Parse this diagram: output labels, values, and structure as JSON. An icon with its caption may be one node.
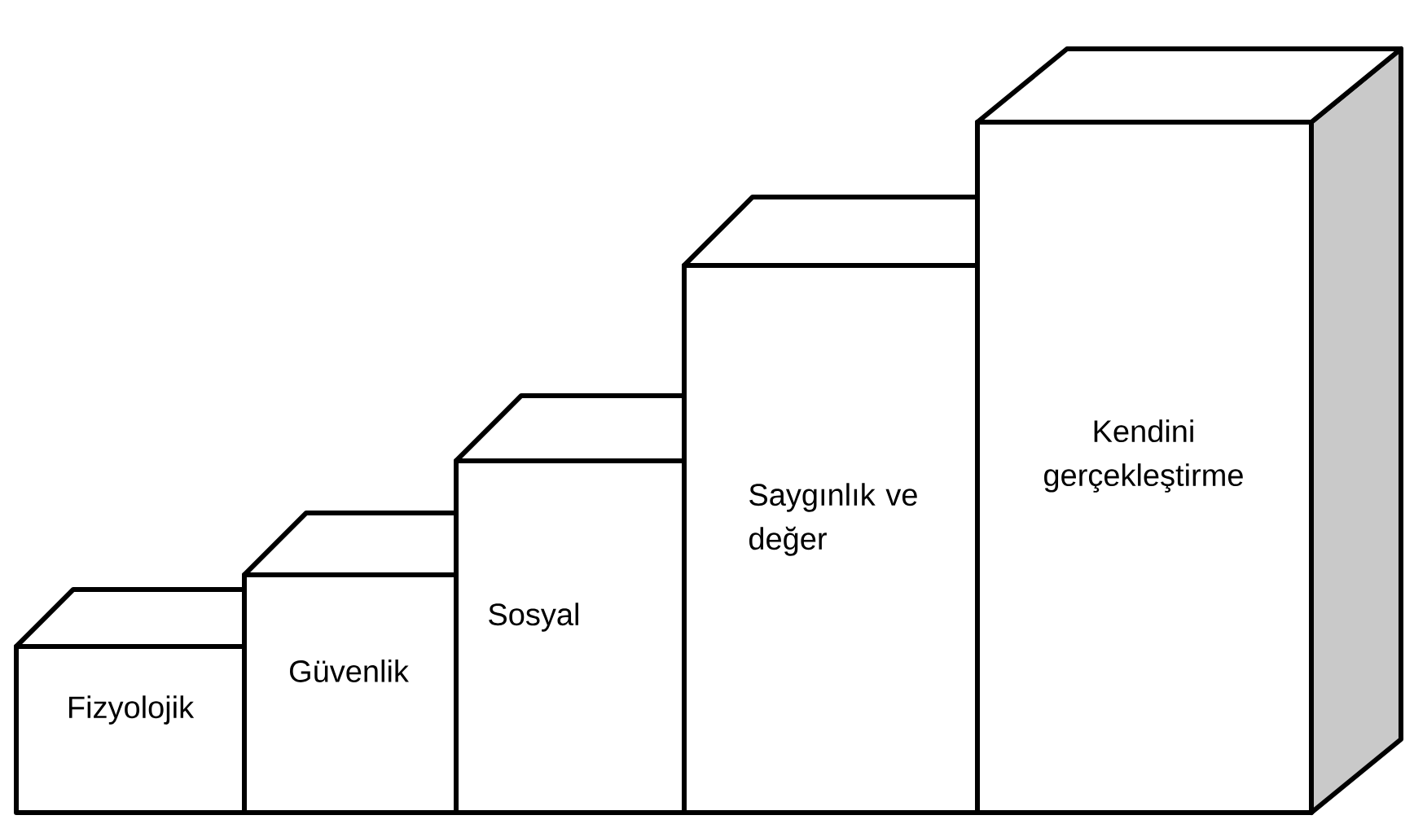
{
  "diagram": {
    "nodes": [
      {
        "text": [
          "Fizyolojik"
        ]
      },
      {
        "text": [
          "Güvenlik"
        ]
      },
      {
        "text": [
          "Sosyal"
        ]
      },
      {
        "text": [
          "Saygınlık ve değer"
        ]
      },
      {
        "text": [
          "Kendini gerçekleştirme"
        ]
      }
    ]
  }
}
